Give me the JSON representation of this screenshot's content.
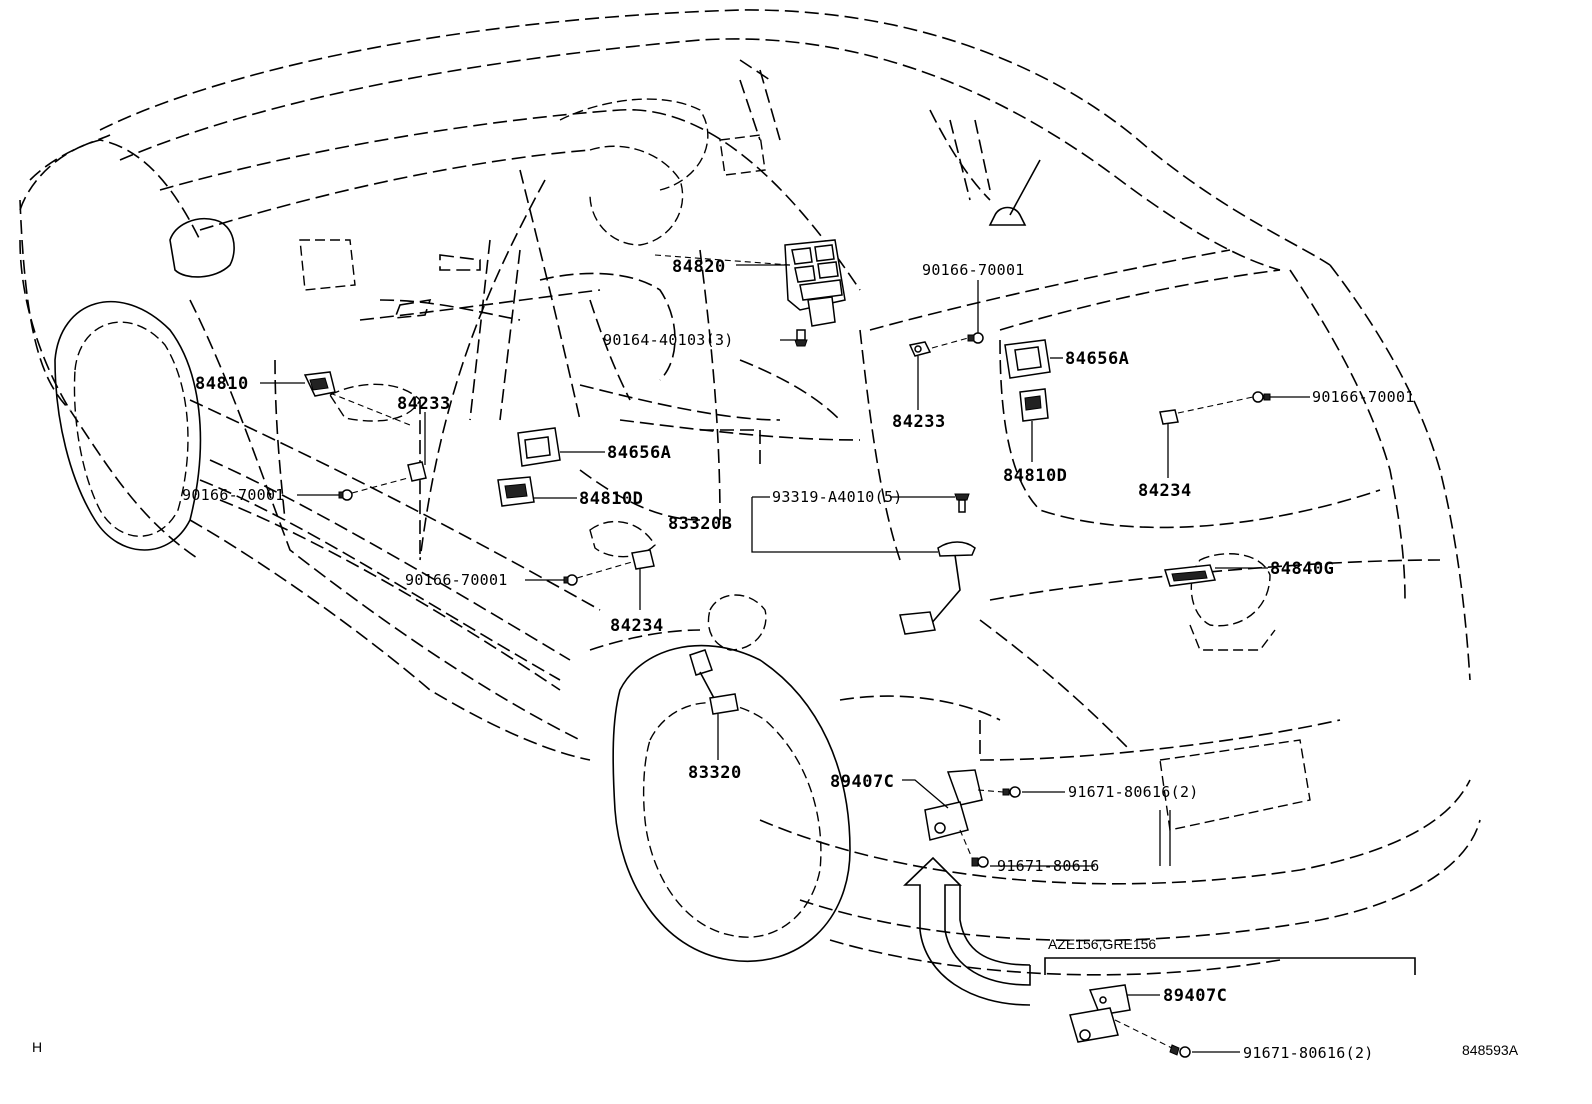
{
  "diagram": {
    "labels": {
      "p84820": "84820",
      "p90166_top": "90166-70001",
      "p90164": "90164-40103(3)",
      "p84656A_right": "84656A",
      "p84810_left": "84810",
      "p84233_left": "84233",
      "p84233_right": "84233",
      "p90166_right": "90166-70001",
      "p84656A_center": "84656A",
      "p84810D_right": "84810D",
      "p84234_right": "84234",
      "p90166_left": "90166-70001",
      "p84810D_center": "84810D",
      "p93319": "93319-A4010(5)",
      "p83320B": "83320B",
      "p84840G": "84840G",
      "p90166_lower": "90166-70001",
      "p84234_center": "84234",
      "p83320": "83320",
      "p89407C": "89407C",
      "p91671_a": "91671-80616(2)",
      "p91671_b": "91671-80616",
      "p89407C_inset": "89407C",
      "p91671_inset": "91671-80616(2)"
    },
    "inset_note": "AZE156,GRE156",
    "corner_left": "H",
    "corner_right": "848593A"
  }
}
